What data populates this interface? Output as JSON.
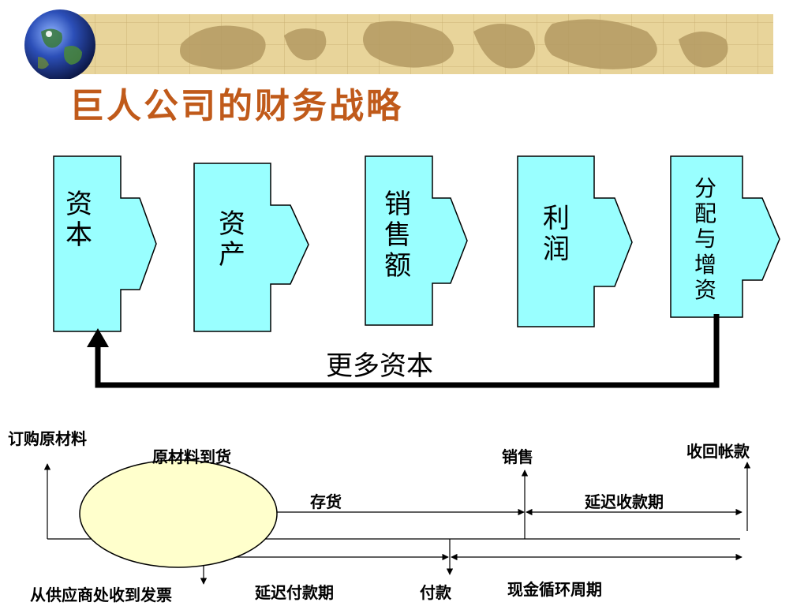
{
  "title": "巨人公司的财务战略",
  "boxes": [
    "资本",
    "资产",
    "销售额",
    "利润",
    "分配与增资"
  ],
  "feedback_label": "更多资本",
  "timeline": {
    "order_materials": "订购原材料",
    "materials_arrive": "原材料到货",
    "sales": "销售",
    "collect_receivables": "收回帐款",
    "inventory": "存货",
    "delayed_collection": "延迟收款期",
    "receive_invoice": "从供应商处收到发票",
    "delayed_payment": "延迟付款期",
    "payment": "付款",
    "cash_cycle": "现金循环周期"
  },
  "colors": {
    "box_fill": "#99ffff",
    "ellipse_fill": "#ffffcc",
    "title": "#c05a1a",
    "banner": "#e8d49a"
  },
  "icons": [
    "globe-icon"
  ]
}
